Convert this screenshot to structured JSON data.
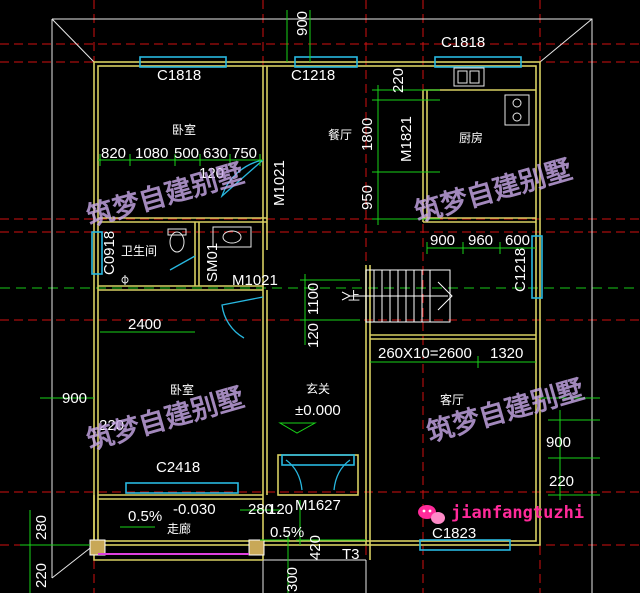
{
  "colors": {
    "background": "#000000",
    "wall": "#d8cf62",
    "dimension_line": "#19d219",
    "window": "#28b8e0",
    "axis": "#d01010",
    "stair": "#ffffff",
    "watermark": "#c6a6e6",
    "brand": "#ff2a9a"
  },
  "windows": {
    "c1818_left": "C1818",
    "c1818_right": "C1818",
    "c1218_top": "C1218",
    "c1218_side": "C1218",
    "c0918": "C0918",
    "c2418": "C2418",
    "c1823": "C1823"
  },
  "doors": {
    "m1021_upper": "M1021",
    "m1021_lower": "M1021",
    "m1821": "M1821",
    "m1627": "M1627",
    "sm01": "SM01"
  },
  "rooms": {
    "bedroom_upper": "卧室",
    "bedroom_lower": "卧室",
    "dining": "餐厅",
    "kitchen": "厨房",
    "bathroom": "卫生间",
    "foyer": "玄关",
    "foyer_level": "±0.000",
    "living": "客厅",
    "corridor": "走廊",
    "stair_up": "上",
    "stair_mark": "T3"
  },
  "dimensions": {
    "top_900": "900",
    "d220_upper": "220",
    "d1800": "1800",
    "d950": "950",
    "bed_row": [
      "820",
      "1080",
      "500",
      "630",
      "750"
    ],
    "d120_bed": "120",
    "kitchen_row": [
      "900",
      "960",
      "600"
    ],
    "d2400": "2400",
    "d1100": "1100",
    "d120_stair": "120",
    "stair_run": "260X10=2600",
    "d1320": "1320",
    "left_900": "900",
    "d220_left": "220",
    "right_900": "900",
    "d220_right": "220",
    "slope_left": "0.5%",
    "slope_right": "0.5%",
    "corridor_level": "-0.030",
    "d280_corridor": "280",
    "d120_entry": "120",
    "d420": "420",
    "d280_left": "280",
    "d220_bottom_left": "220",
    "d300": "300"
  },
  "watermarks": [
    "筑梦自建别墅",
    "筑梦自建别墅",
    "筑梦自建别墅",
    "筑梦自建别墅"
  ],
  "brand": {
    "icon": "wechat-icon",
    "text": "jianfangtuzhi"
  }
}
